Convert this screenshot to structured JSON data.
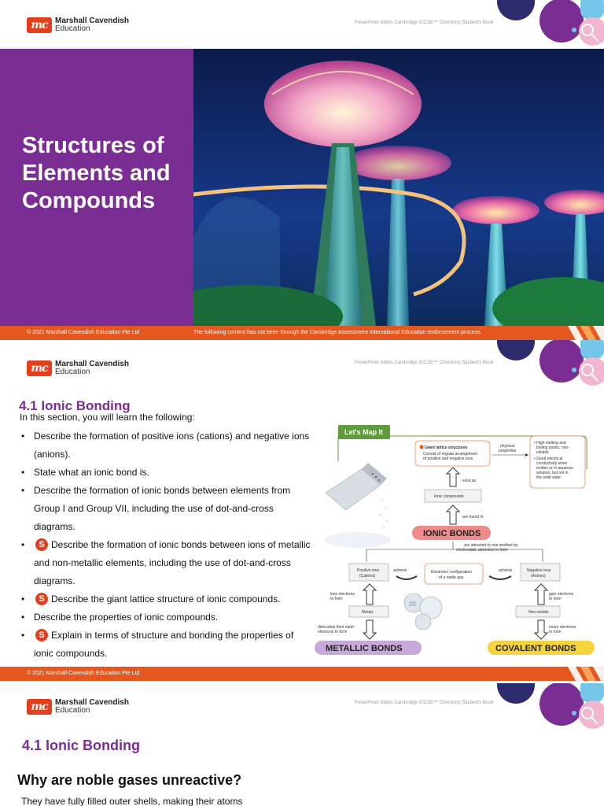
{
  "brand": {
    "logo_mark": "mc",
    "line1": "Marshall Cavendish",
    "line2": "Education"
  },
  "header_note": "PowerPoint Slides Cambridge IGCSE™ Chemistry Student's Book",
  "copyright": "© 2021 Marshall Cavendish Education Pte Ltd",
  "slide1": {
    "title_lines": [
      "Structures of",
      "Elements and",
      "Compounds"
    ],
    "endorsement": "The following content has not been through the Cambridge Assessment International Education endorsement process."
  },
  "slide2": {
    "heading": "4.1 Ionic Bonding",
    "intro": "In this section, you will learn the following:",
    "objectives": [
      {
        "text": "Describe the formation of positive ions (cations) and negative ions (anions).",
        "supplement": false
      },
      {
        "text": "State what an ionic bond is.",
        "supplement": false
      },
      {
        "text": "Describe the formation of ionic bonds between elements from Group I and Group VII, including the use of dot-and-cross diagrams.",
        "supplement": false
      },
      {
        "text": "Describe the formation of ionic bonds between ions of metallic and non-metallic elements, including the use of dot-and-cross diagrams.",
        "supplement": true
      },
      {
        "text": "Describe the giant lattice structure of ionic compounds.",
        "supplement": true
      },
      {
        "text": "Describe the properties of ionic compounds.",
        "supplement": false
      },
      {
        "text": "Explain in terms of structure and bonding the properties of ionic compounds.",
        "supplement": true
      }
    ],
    "supplement_badge": "S",
    "concept_map": {
      "banner": "Let's Map It",
      "giant_lattice": "Giant lattice structures",
      "giant_lattice_detail": "Consist of regular arrangement of positive and negative ions",
      "physical_properties": "physical properties",
      "properties": [
        "High melting and boiling points, non-volatile",
        "Good electrical conductivity when molten or in aqueous solution, but not in the solid state"
      ],
      "exist_as": "exist as",
      "ionic_compounds": "Ionic compounds",
      "are_found_in": "are found in",
      "ionic_bonds": "IONIC BONDS",
      "attracted": "are attracted to one another by electrostatic attraction to form",
      "positive_ions": "Positive ions (Cations)",
      "negative_ions": "Negative ions (Anions)",
      "achieve": "achieve",
      "noble_gas": "Electronic configuration of a noble gas",
      "lose_electrons": "lose electrons to form",
      "gain_electrons": "gain electrons to form",
      "metals": "Metals",
      "non_metals": "Non-metals",
      "delocalise": "delocalise their outer electrons to form",
      "share": "share electrons to form",
      "metallic_bonds": "METALLIC BONDS",
      "covalent_bonds": "COVALENT BONDS",
      "coin_value": "20"
    }
  },
  "slide3": {
    "heading": "4.1 Ionic Bonding",
    "question": "Why are noble gases unreactive?",
    "answer": "They have fully filled outer shells, making their atoms"
  },
  "colors": {
    "purple": "#7a2e94",
    "orange": "#e4571e",
    "logo_red": "#e2401c",
    "pink_label": "#f08b8b",
    "lavender_label": "#c6a9d9",
    "yellow_label": "#f6d33c",
    "map_green": "#5f9b3c"
  }
}
